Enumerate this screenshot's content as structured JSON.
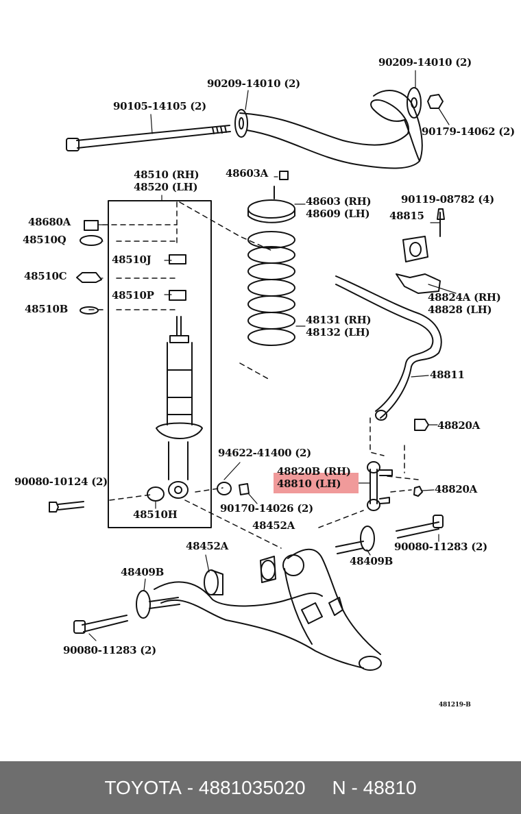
{
  "labels": {
    "l_90209_top_right": "90209-14010 (2)",
    "l_90209_top_left": "90209-14010 (2)",
    "l_90105": "90105-14105 (2)",
    "l_90179": "90179-14062 (2)",
    "l_48510_rh": "48510 (RH)",
    "l_48520_lh": "48520 (LH)",
    "l_48603a": "48603A",
    "l_48603_rh": "48603 (RH)",
    "l_48609_lh": "48609 (LH)",
    "l_90119": "90119-08782 (4)",
    "l_48815": "48815",
    "l_48680a": "48680A",
    "l_48510q": "48510Q",
    "l_48510j": "48510J",
    "l_48510c": "48510C",
    "l_48510p": "48510P",
    "l_48510b": "48510B",
    "l_48824a": "48824A (RH)",
    "l_48828": "48828  (LH)",
    "l_48131": "48131 (RH)",
    "l_48132": "48132 (LH)",
    "l_48811": "48811",
    "l_48820a_1": "48820A",
    "l_94622": "94622-41400 (2)",
    "l_48820b": "48820B (RH)",
    "l_48810": "48810  (LH)",
    "l_48820a_2": "48820A",
    "l_90080_10124": "90080-10124 (2)",
    "l_48510h": "48510H",
    "l_90170": "90170-14026 (2)",
    "l_48452a_1": "48452A",
    "l_90080_11283_r": "90080-11283 (2)",
    "l_48452a_2": "48452A",
    "l_48409b_r": "48409B",
    "l_48409b_l": "48409B",
    "l_90080_11283_l": "90080-11283 (2)",
    "l_ref": "481219-B"
  },
  "footer": {
    "brand": "TOYOTA",
    "sep1": " - ",
    "part_number": "4881035020",
    "gap": "     ",
    "code_prefix": "N",
    "sep2": " - ",
    "code": "48810"
  },
  "colors": {
    "highlight": "#f09a9a",
    "footer_bg": "#6e6e6e",
    "line": "#111111"
  }
}
